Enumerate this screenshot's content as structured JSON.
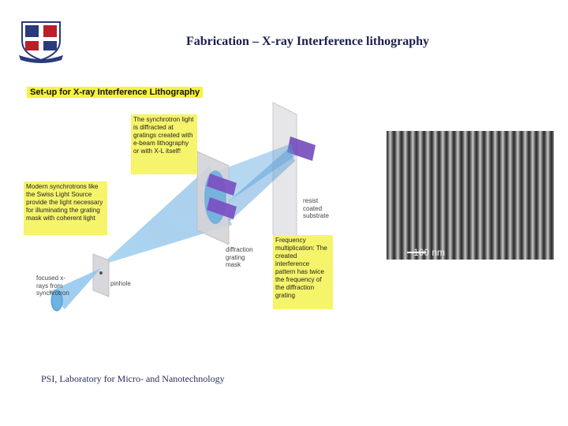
{
  "slide": {
    "title": "Fabrication – X-ray Interference lithography",
    "footer": "PSI, Laboratory for Micro- and Nanotechnology"
  },
  "logo": {
    "name": "university-crest"
  },
  "diagram": {
    "title": "Set-up for X-ray Interference Lithography",
    "notes": {
      "synchrotron": "Modern synchrotrons like the Swiss Light Source provide the light necessary for illuminating the grating mask with coherent light",
      "diffracted": "The synchrotron light is diffracted at gratings created with e-beam lithography or with X-L itself!",
      "frequency": "Frequency multiplication: The created interference pattern has twice the frequency of the diffraction grating"
    },
    "labels": {
      "xrays": "focused x-rays from synchrotron",
      "pinhole": "pinhole",
      "mask": "diffraction grating mask",
      "substrate": "resist coated substrate"
    }
  },
  "micrograph": {
    "scale_label": "100 nm"
  },
  "colors": {
    "title": "#1a1f4e",
    "note_bg": "#f6f46a",
    "beam": "#5aa7dc"
  }
}
